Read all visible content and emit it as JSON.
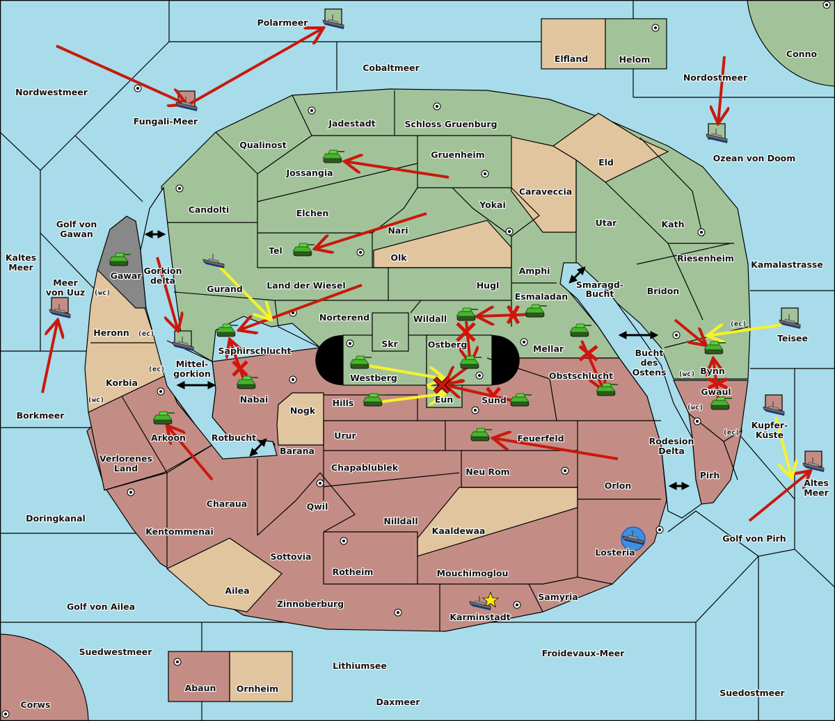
{
  "map": {
    "title": "Diplomacy variant map",
    "colors": {
      "sea": "#a8dcea",
      "power_green": "#a2c39a",
      "power_red": "#c38d86",
      "neutral": "#e1c59e",
      "impassable": "#888888",
      "move_order": "#c8190c",
      "support_order": "#f7f22a",
      "dislodged_marker": "#d4140c",
      "retreat_circle": "#3f8fe0",
      "build_star": "#ffee00"
    },
    "labels": {
      "polarmeer": "Polarmeer",
      "nordwestmeer": "Nordwestmeer",
      "fungali": "Fungali-Meer",
      "cobaltmeer": "Cobaltmeer",
      "elfland": "Elfland",
      "helom": "Helom",
      "conno": "Conno",
      "nordostmeer": "Nordostmeer",
      "ozean": "Ozean von Doom",
      "jadestadt": "Jadestadt",
      "schloss": "Schloss Gruenburg",
      "qualinost": "Qualinost",
      "jossangia": "Jossangia",
      "gruenheim": "Gruenheim",
      "eld": "Eld",
      "caraveccia": "Caraveccia",
      "candolti": "Candolti",
      "elchen": "Elchen",
      "yokai": "Yokai",
      "nari": "Nari",
      "utar": "Utar",
      "kath": "Kath",
      "golf_gawan_1": "Golf von",
      "golf_gawan_2": "Gawan",
      "tel": "Tel",
      "olk": "Olk",
      "amphi": "Amphi",
      "riesenheim": "Riesenheim",
      "kamalastrasse": "Kamalastrasse",
      "kaltes_1": "Kaltes",
      "kaltes_2": "Meer",
      "gawar": "Gawar",
      "gorkion_1": "Gorkion",
      "gorkion_2": "delta",
      "gurand": "Gurand",
      "land_wiesel": "Land der Wiesel",
      "hugl": "Hugl",
      "smaragd_1": "Smaragd-",
      "smaragd_2": "Bucht",
      "uuz_1": "Meer",
      "uuz_2": "von Uuz",
      "esmaladan": "Esmaladan",
      "bridon": "Bridon",
      "norterend": "Norterend",
      "wildall": "Wildall",
      "heronn": "Heronn",
      "saphirschlucht": "Saphirschlucht",
      "skr": "Skr",
      "ostberg": "Ostberg",
      "mellar": "Mellar",
      "teisee": "Teisee",
      "bucht_1": "Bucht",
      "bucht_2": "des",
      "bucht_3": "Ostens",
      "mittel_1": "Mittel-",
      "mittel_2": "gorkion",
      "westberg": "Westberg",
      "obstschlucht": "Obstschlucht",
      "bynn": "Bynn",
      "korbia": "Korbia",
      "nabai": "Nabai",
      "hills": "Hills",
      "eun": "Eun",
      "sund": "Sund",
      "gwaul": "Gwaul",
      "borkmeer": "Borkmeer",
      "nogk": "Nogk",
      "kupfer_1": "Kupfer-",
      "kupfer_2": "Küste",
      "arkoon": "Arkoon",
      "rotbucht": "Rotbucht",
      "urur": "Urur",
      "feuerfeld": "Feuerfeld",
      "rodesion_1": "Rodesion",
      "rodesion_2": "Delta",
      "barana": "Barana",
      "verlorenes_1": "Verlorenes",
      "verlorenes_2": "Land",
      "chapablublek": "Chapablublek",
      "neu_rom": "Neu Rom",
      "pirh": "Pirh",
      "altes_1": "Altes",
      "altes_2": "Meer",
      "orlon": "Orlon",
      "charaua": "Charaua",
      "qwil": "Qwil",
      "nilldall": "Nilldall",
      "doringkanal": "Doringkanal",
      "kaaldewaa": "Kaaldewaa",
      "kentommenai": "Kentommenai",
      "golf_pirh": "Golf von Pirh",
      "losteria": "Losteria",
      "sottovia": "Sottovia",
      "rotheim": "Rotheim",
      "mouchimoglou": "Mouchimoglou",
      "ailea": "Ailea",
      "samyria": "Samyria",
      "golf_ailea": "Golf von Ailea",
      "zinnoberburg": "Zinnoberburg",
      "karminstadt": "Karminstadt",
      "suedwestmeer": "Suedwestmeer",
      "froidevaux": "Froidevaux-Meer",
      "lithiumsee": "Lithiumsee",
      "abaun": "Abaun",
      "ornheim": "Ornheim",
      "daxmeer": "Daxmeer",
      "suedostmeer": "Suedostmeer",
      "corws": "Corws"
    },
    "coast_tags": {
      "wc": "(wc)",
      "ec": "(ec)"
    },
    "units": [
      {
        "type": "fleet",
        "province": "Polarmeer",
        "owner": "green"
      },
      {
        "type": "fleet",
        "province": "Fungali-Meer",
        "owner": "red"
      },
      {
        "type": "fleet",
        "province": "Ozean von Doom",
        "owner": "green"
      },
      {
        "type": "fleet",
        "province": "Meer von Uuz",
        "owner": "red"
      },
      {
        "type": "fleet",
        "province": "Gorkion delta",
        "owner": "green"
      },
      {
        "type": "fleet",
        "province": "Gurand",
        "owner": "green"
      },
      {
        "type": "fleet",
        "province": "Teisee",
        "owner": "green"
      },
      {
        "type": "fleet",
        "province": "Kupfer-Küste",
        "owner": "red"
      },
      {
        "type": "fleet",
        "province": "Altes Meer",
        "owner": "red"
      },
      {
        "type": "fleet",
        "province": "Losteria",
        "owner": "red",
        "status": "retreat"
      },
      {
        "type": "fleet",
        "province": "Karminstadt",
        "owner": "red",
        "status": "build"
      },
      {
        "type": "army",
        "province": "Jossangia"
      },
      {
        "type": "army",
        "province": "Tel"
      },
      {
        "type": "army",
        "province": "Gawar"
      },
      {
        "type": "army",
        "province": "Saphirschlucht",
        "status": "dislodged"
      },
      {
        "type": "army",
        "province": "Nabai"
      },
      {
        "type": "army",
        "province": "Arkoon"
      },
      {
        "type": "army",
        "province": "Westberg"
      },
      {
        "type": "army",
        "province": "Hills"
      },
      {
        "type": "army",
        "province": "Ostberg"
      },
      {
        "type": "army",
        "province": "Wildall"
      },
      {
        "type": "army",
        "province": "Esmaladan"
      },
      {
        "type": "army",
        "province": "Sund"
      },
      {
        "type": "army",
        "province": "Feuerfeld"
      },
      {
        "type": "army",
        "province": "Mellar"
      },
      {
        "type": "army",
        "province": "Obstschlucht"
      },
      {
        "type": "army",
        "province": "Bynn",
        "status": "dislodged"
      },
      {
        "type": "army",
        "province": "Gwaul"
      }
    ],
    "icons": {
      "fleet": "warship-icon",
      "army": "tank-icon",
      "supply_center": "supply-center-icon",
      "canal": "double-arrow-icon",
      "failed": "x-mark-icon",
      "build": "star-icon"
    }
  }
}
